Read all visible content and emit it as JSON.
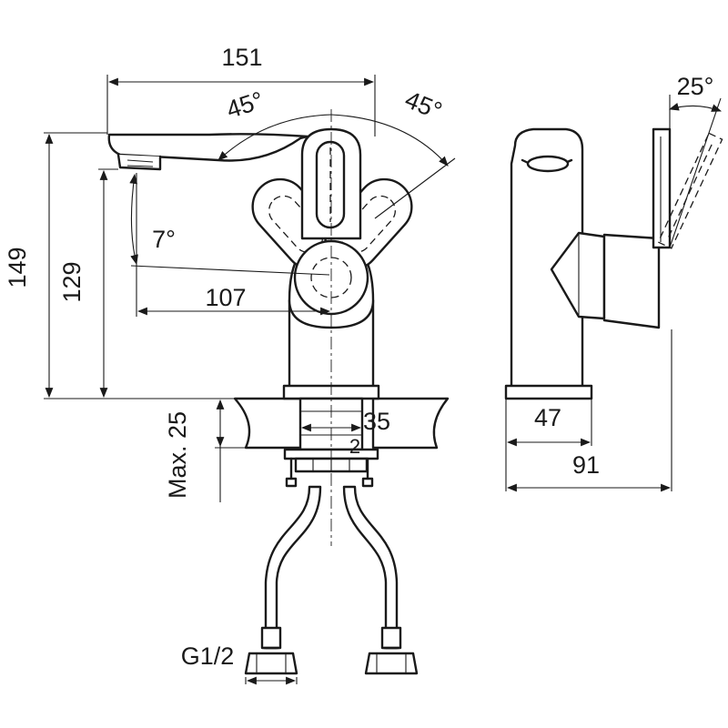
{
  "front_view": {
    "dim_width_total": "151",
    "dim_height_total": "149",
    "dim_spout_height": "129",
    "dim_spout_reach": "107",
    "angle_left": "45°",
    "angle_right": "45°",
    "angle_spout": "7°",
    "dim_hole_diameter": "35",
    "dim_small": "2",
    "dim_max_thickness": "Max. 25",
    "connection_thread": "G1/2"
  },
  "side_view": {
    "angle_lever": "25°",
    "dim_base": "47",
    "dim_depth": "91"
  },
  "colors": {
    "line": "#1a1a1a",
    "background": "#ffffff"
  }
}
